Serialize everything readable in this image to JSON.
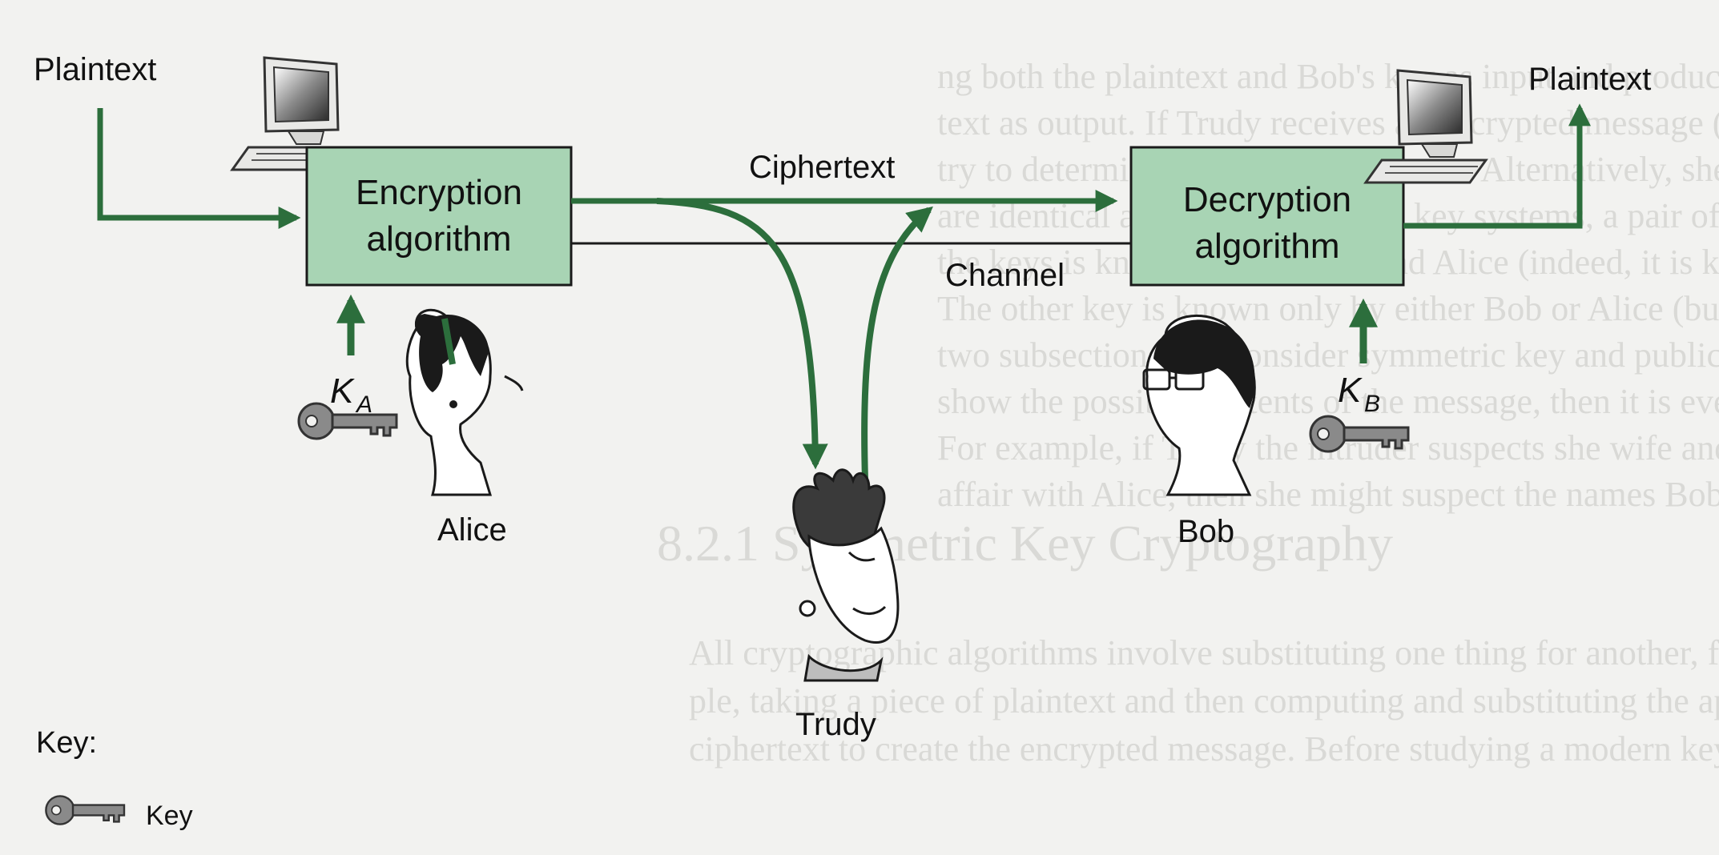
{
  "labels": {
    "plaintext_in": "Plaintext",
    "plaintext_out": "Plaintext",
    "ciphertext": "Ciphertext",
    "channel": "Channel",
    "alice": "Alice",
    "bob": "Bob",
    "trudy": "Trudy",
    "key_a_letter": "K",
    "key_a_sub": "A",
    "key_b_letter": "K",
    "key_b_sub": "B"
  },
  "boxes": {
    "encryption_line1": "Encryption",
    "encryption_line2": "algorithm",
    "decryption_line1": "Decryption",
    "decryption_line2": "algorithm"
  },
  "legend": {
    "title": "Key:",
    "key_label": "Key"
  },
  "colors": {
    "box_fill": "#a8d4b4",
    "arrow": "#2c6e3c",
    "channel_line": "#1a1a1a",
    "page_background": "#f2f2f0",
    "key_gray": "#8a8a8a"
  },
  "background_text": {
    "lines": [
      "ng both the plaintext and Bob's key as input and produces the original plaintext",
      "text as output. If Trudy receives an encrypted message (ciphertext), she is likely to",
      "try to determine the original plaintext. Alternatively, she may try to alter the data",
      "are identical and secret. In public key systems, a pair of keys is used instead; one of",
      "the keys is known to both Bob and Alice (indeed, it is known to the whole world).",
      "The other key is known only by either Bob or Alice (but not both). In the following",
      "two subsections, we consider symmetric key and public key systems in more detail.",
      "show the possible contents of the message, then it is even easier to break the code.",
      "For example, if Trudy the intruder suspects she wife and suspects that of having an",
      "affair with Alice, then she might suspect the names Bob and Alice appear in",
      "8.2.1 Symmetric Key Cryptography",
      "All cryptographic algorithms involve substituting one thing for another, for exam-",
      "ple, taking a piece of plaintext and then computing and substituting the appropriate",
      "ciphertext to create the encrypted message. Before studying a modern key-based"
    ]
  }
}
